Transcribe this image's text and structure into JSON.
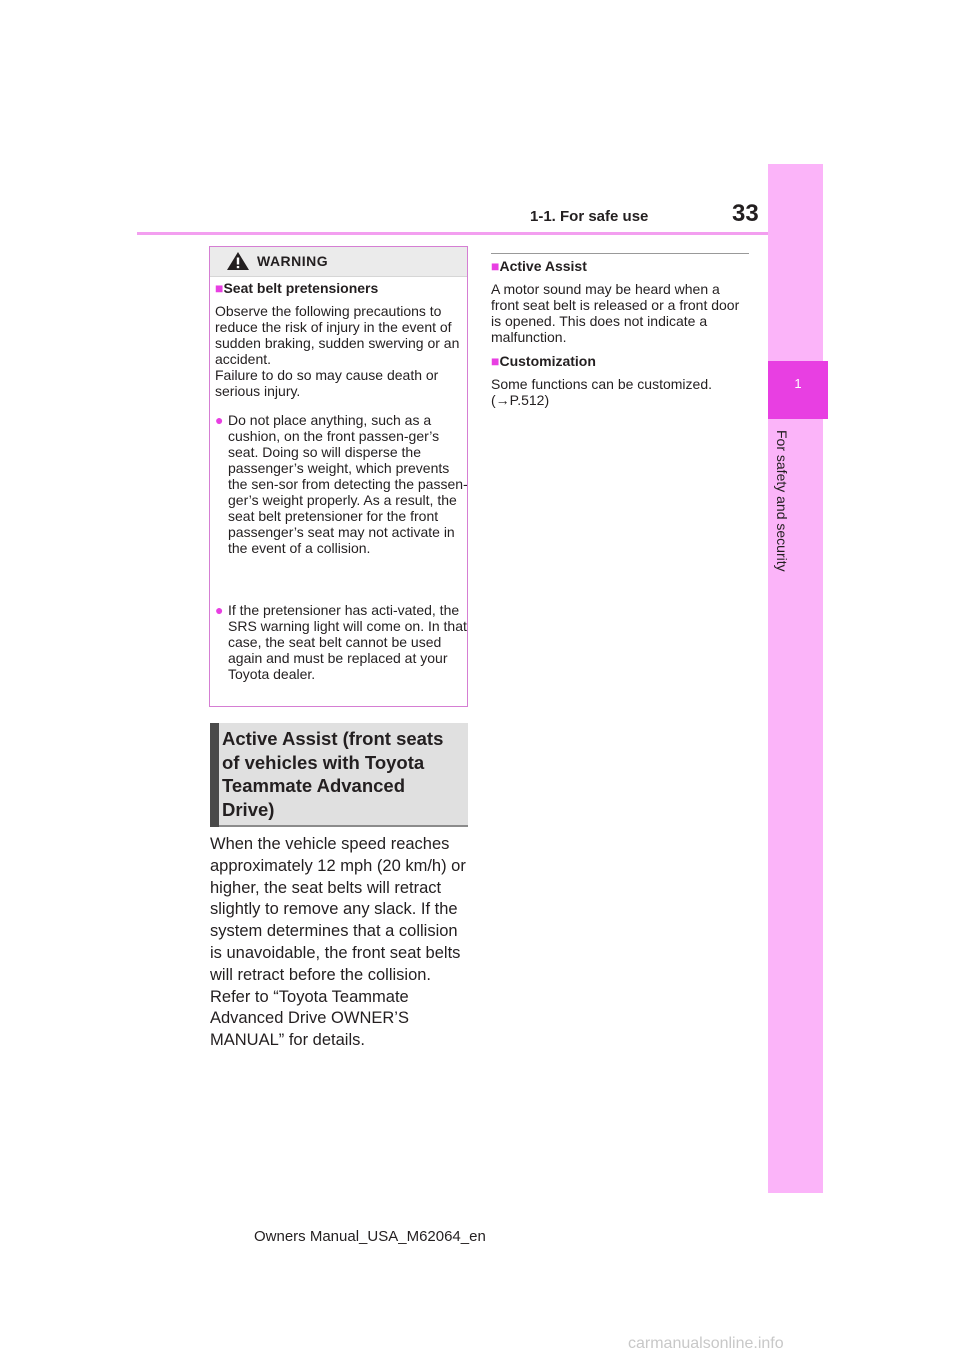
{
  "header": {
    "section": "1-1. For safe use",
    "page_number": "33"
  },
  "side_tab": {
    "chapter_number": "1",
    "chapter_title": "For safety and security"
  },
  "warning": {
    "label": "WARNING",
    "subheading_marker": "■",
    "subheading": "Seat belt pretensioners",
    "intro_line1": "Observe the following precautions to reduce the risk of injury in the event of sudden braking, sudden swerving or an accident.",
    "intro_line2": "Failure to do so may cause death or serious injury.",
    "bullet_marker": "●",
    "bullets": [
      "Do not place anything, such as a cushion, on the front passen-ger’s seat. Doing so will disperse the passenger’s weight, which prevents the sen-sor from detecting the passen-ger’s weight properly. As a result, the seat belt pretensioner for the front passenger’s seat may not activate in the event of a collision.",
      "If the pretensioner has acti-vated, the SRS warning light will come on. In that case, the seat belt cannot be used again and must be replaced at your Toyota dealer."
    ]
  },
  "section": {
    "heading": "Active Assist (front seats of vehicles with Toyota Teammate Advanced Drive)",
    "body": "When the vehicle speed reaches approximately 12 mph (20 km/h) or higher, the seat belts will retract slightly to remove any slack. If the system determines that a collision is unavoidable, the front seat belts will retract before the collision. Refer to “Toyota Teammate Advanced Drive OWNER’S MANUAL” for details."
  },
  "right_column": {
    "marker": "■",
    "items": [
      {
        "heading": "Active Assist",
        "text": "A motor sound may be heard when a front seat belt is released or a front door is opened. This does not indicate a malfunction."
      },
      {
        "heading": "Customization",
        "text": "Some functions can be customized. (→P.512)"
      }
    ]
  },
  "footer": {
    "text": "Owners Manual_USA_M62064_en"
  },
  "watermark": {
    "text": "carmanualsonline.info"
  },
  "colors": {
    "accent_magenta": "#e83fe2",
    "side_tab_pink": "#fbb4f9",
    "header_rule_pink": "#f39ff0"
  },
  "icons": {
    "warning": "warning-triangle-icon"
  }
}
